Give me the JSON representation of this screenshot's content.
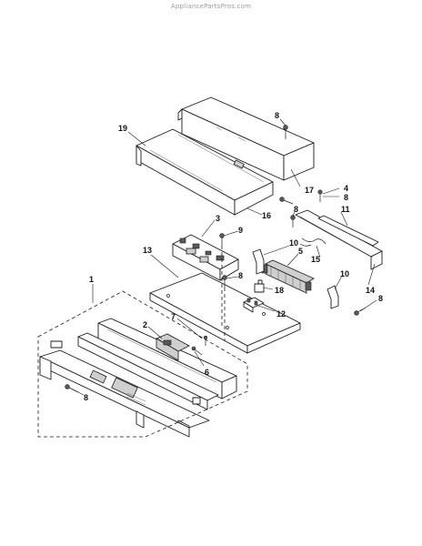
{
  "watermark": "AppliancePartsPros.com",
  "callouts": {
    "c1": "1",
    "c2": "2",
    "c3": "3",
    "c4": "4",
    "c5": "5",
    "c6": "6",
    "c7": "7",
    "c8a": "8",
    "c8b": "8",
    "c8c": "8",
    "c8d": "8",
    "c8e": "8",
    "c8f": "8",
    "c9": "9",
    "c10a": "10",
    "c10b": "10",
    "c11": "11",
    "c12": "12",
    "c13": "13",
    "c14": "14",
    "c15": "15",
    "c16": "16",
    "c17": "17",
    "c18": "18",
    "c19": "19"
  }
}
